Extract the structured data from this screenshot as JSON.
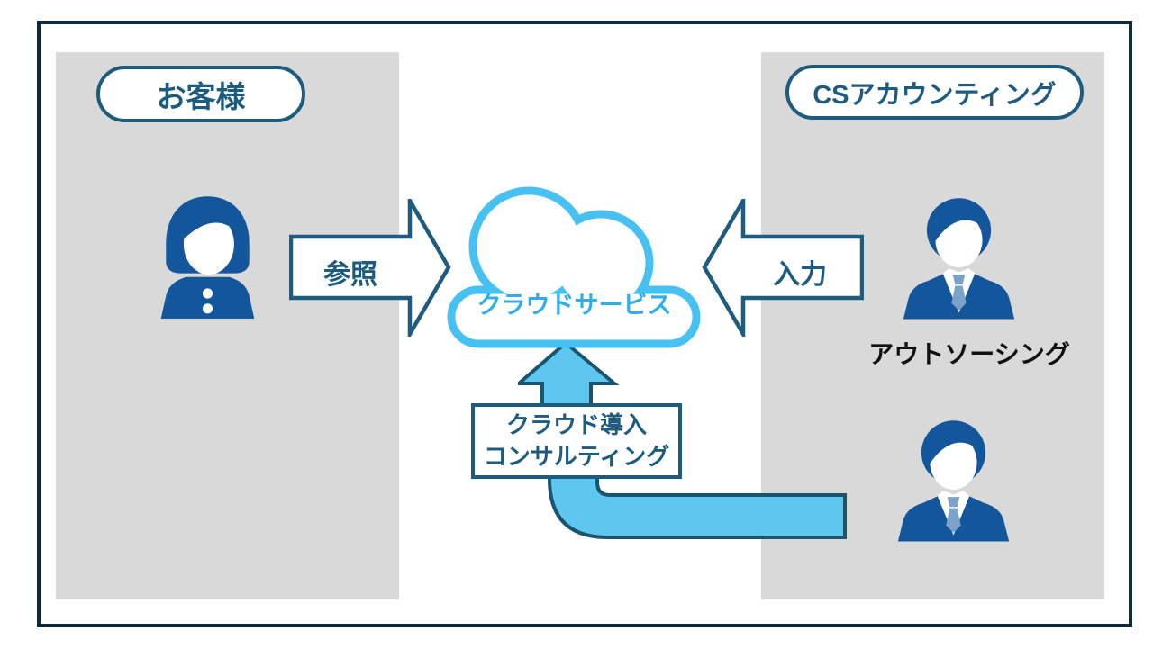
{
  "diagram": {
    "left_panel": {
      "label": "お客様"
    },
    "right_panel": {
      "label": "CSアカウンティング"
    },
    "cloud": {
      "label": "クラウドサービス"
    },
    "reference_arrow": {
      "label": "参照"
    },
    "input_arrow": {
      "label": "入力"
    },
    "consulting_box": {
      "line1": "クラウド導入",
      "line2": "コンサルティング"
    },
    "outsourcing_label": "アウトソーシング"
  },
  "colors": {
    "frame_navy": "#0d2a3c",
    "teal_outline": "#1d5c7e",
    "panel_gray": "#d9d9d9",
    "cloud_blue": "#47c1f2",
    "cloud_text_blue": "#2fadea",
    "pipe_fill_blue": "#5ec7f0",
    "pipe_stroke": "#1a5570",
    "person_navy": "#14569b",
    "tie_blue": "#7ba3c8",
    "label_black": "#111111"
  }
}
